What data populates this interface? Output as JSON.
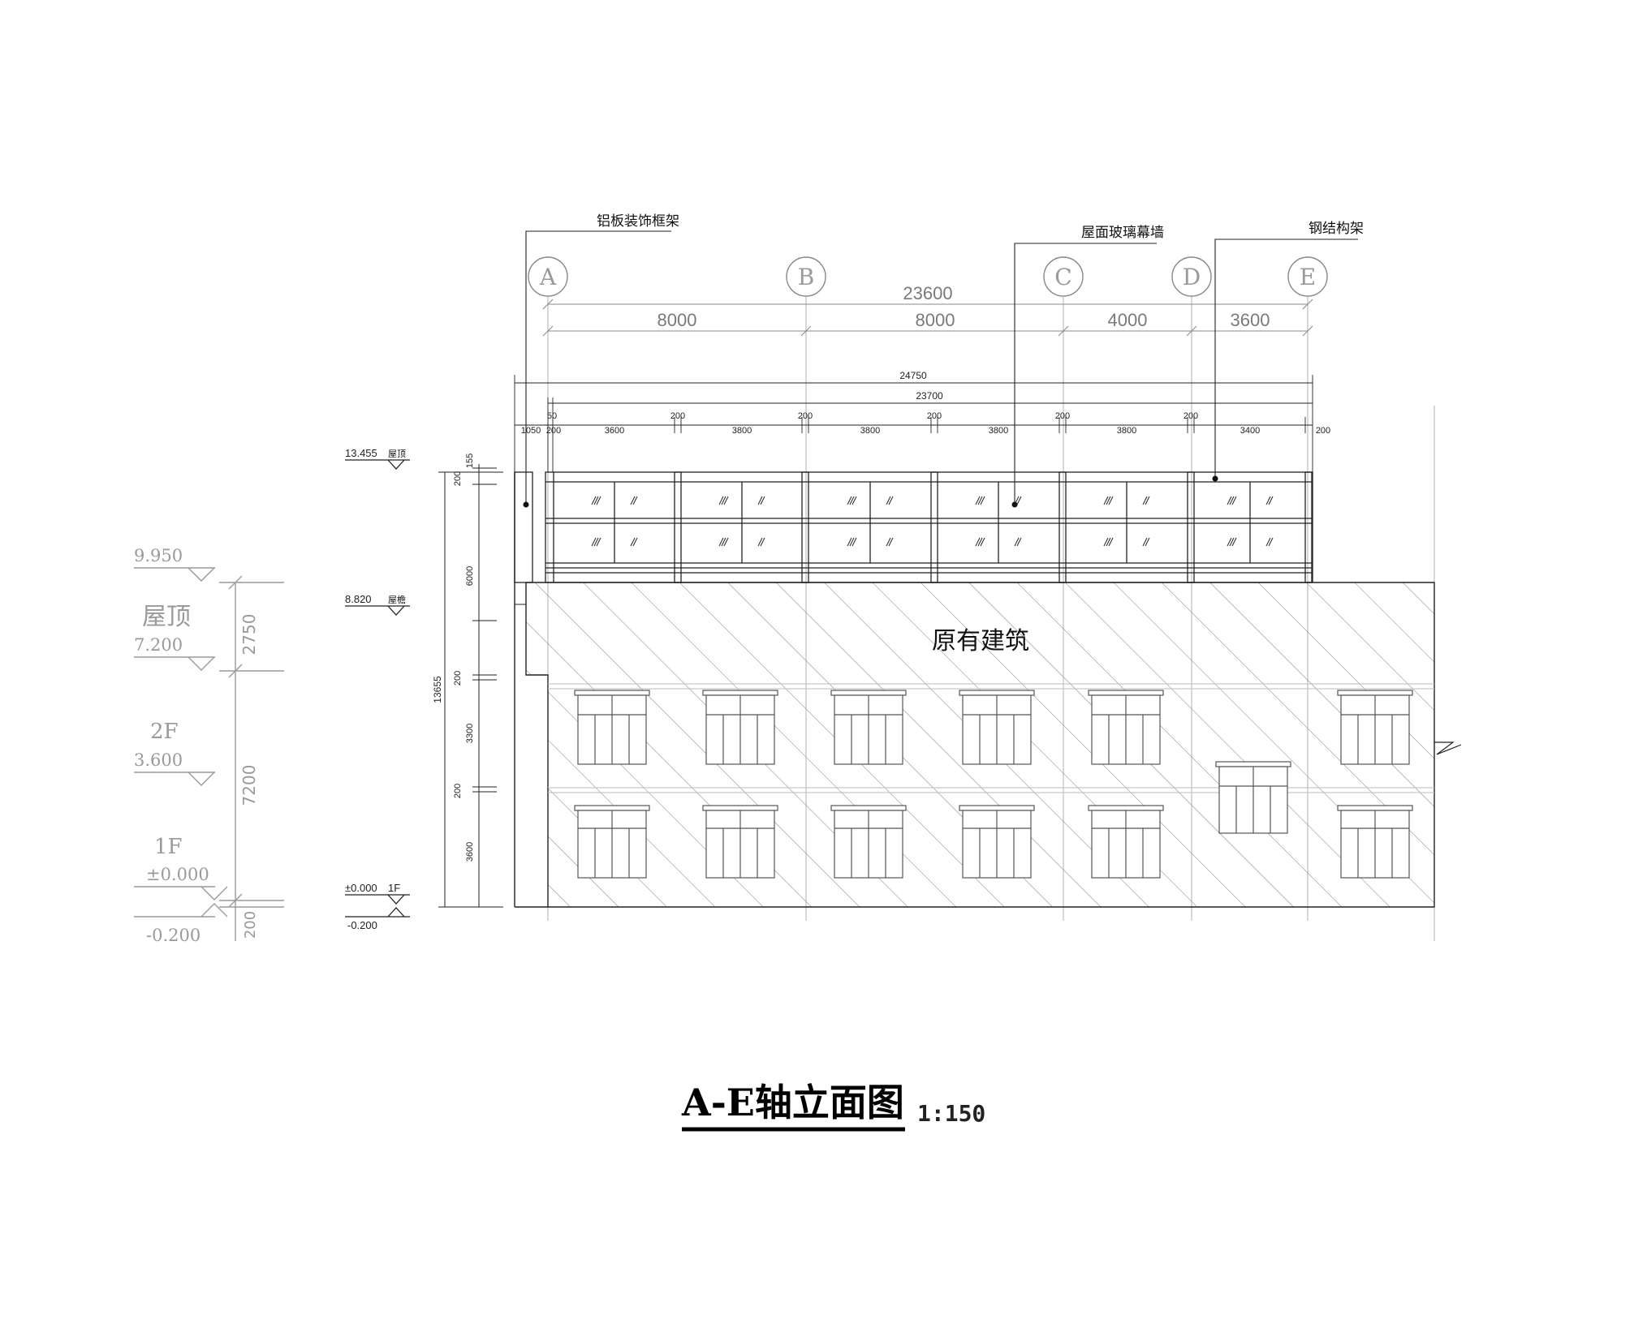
{
  "title": {
    "main": "A-E轴立面图",
    "scale": "1:150"
  },
  "callouts": {
    "aluminum_frame": "铝板装饰框架",
    "glass_curtain_wall": "屋面玻璃幕墙",
    "steel_frame": "钢结构架"
  },
  "building_label": "原有建筑",
  "axes": [
    "A",
    "B",
    "C",
    "D",
    "E"
  ],
  "axis_dims": {
    "total": "23600",
    "spans": [
      "8000",
      "8000",
      "4000",
      "3600"
    ]
  },
  "frame_dims": {
    "overall": "24750",
    "inner": "23700",
    "small_top": "50",
    "left": [
      "1050",
      "200"
    ],
    "bays": [
      "3600",
      "200",
      "3800",
      "200",
      "3800",
      "200",
      "3800",
      "200",
      "3800",
      "200",
      "3400",
      "200"
    ]
  },
  "vertical_dims": {
    "total": "13655",
    "parts": [
      "155",
      "200",
      "6000",
      "200",
      "3300",
      "200",
      "3600"
    ]
  },
  "levels_right": [
    {
      "value": "13.455",
      "name": "屋顶"
    },
    {
      "value": "8.820",
      "name": "屋檐"
    },
    {
      "value": "±0.000",
      "name": "1F"
    },
    {
      "value": "-0.200",
      "name": ""
    }
  ],
  "levels_left_grey": {
    "l1": {
      "value": "9.950",
      "name": "屋顶"
    },
    "l2": {
      "value": "7.200",
      "name": ""
    },
    "l3": {
      "value": "3.600",
      "name": "2F"
    },
    "l4": {
      "value": "±0.000",
      "name": "1F"
    },
    "l5": {
      "value": "-0.200",
      "name": ""
    },
    "dims": [
      "2750",
      "7200",
      "200"
    ]
  },
  "colors": {
    "line": "#222222",
    "grey": "#9a9a9a",
    "hatch": "#8a8a8a"
  }
}
